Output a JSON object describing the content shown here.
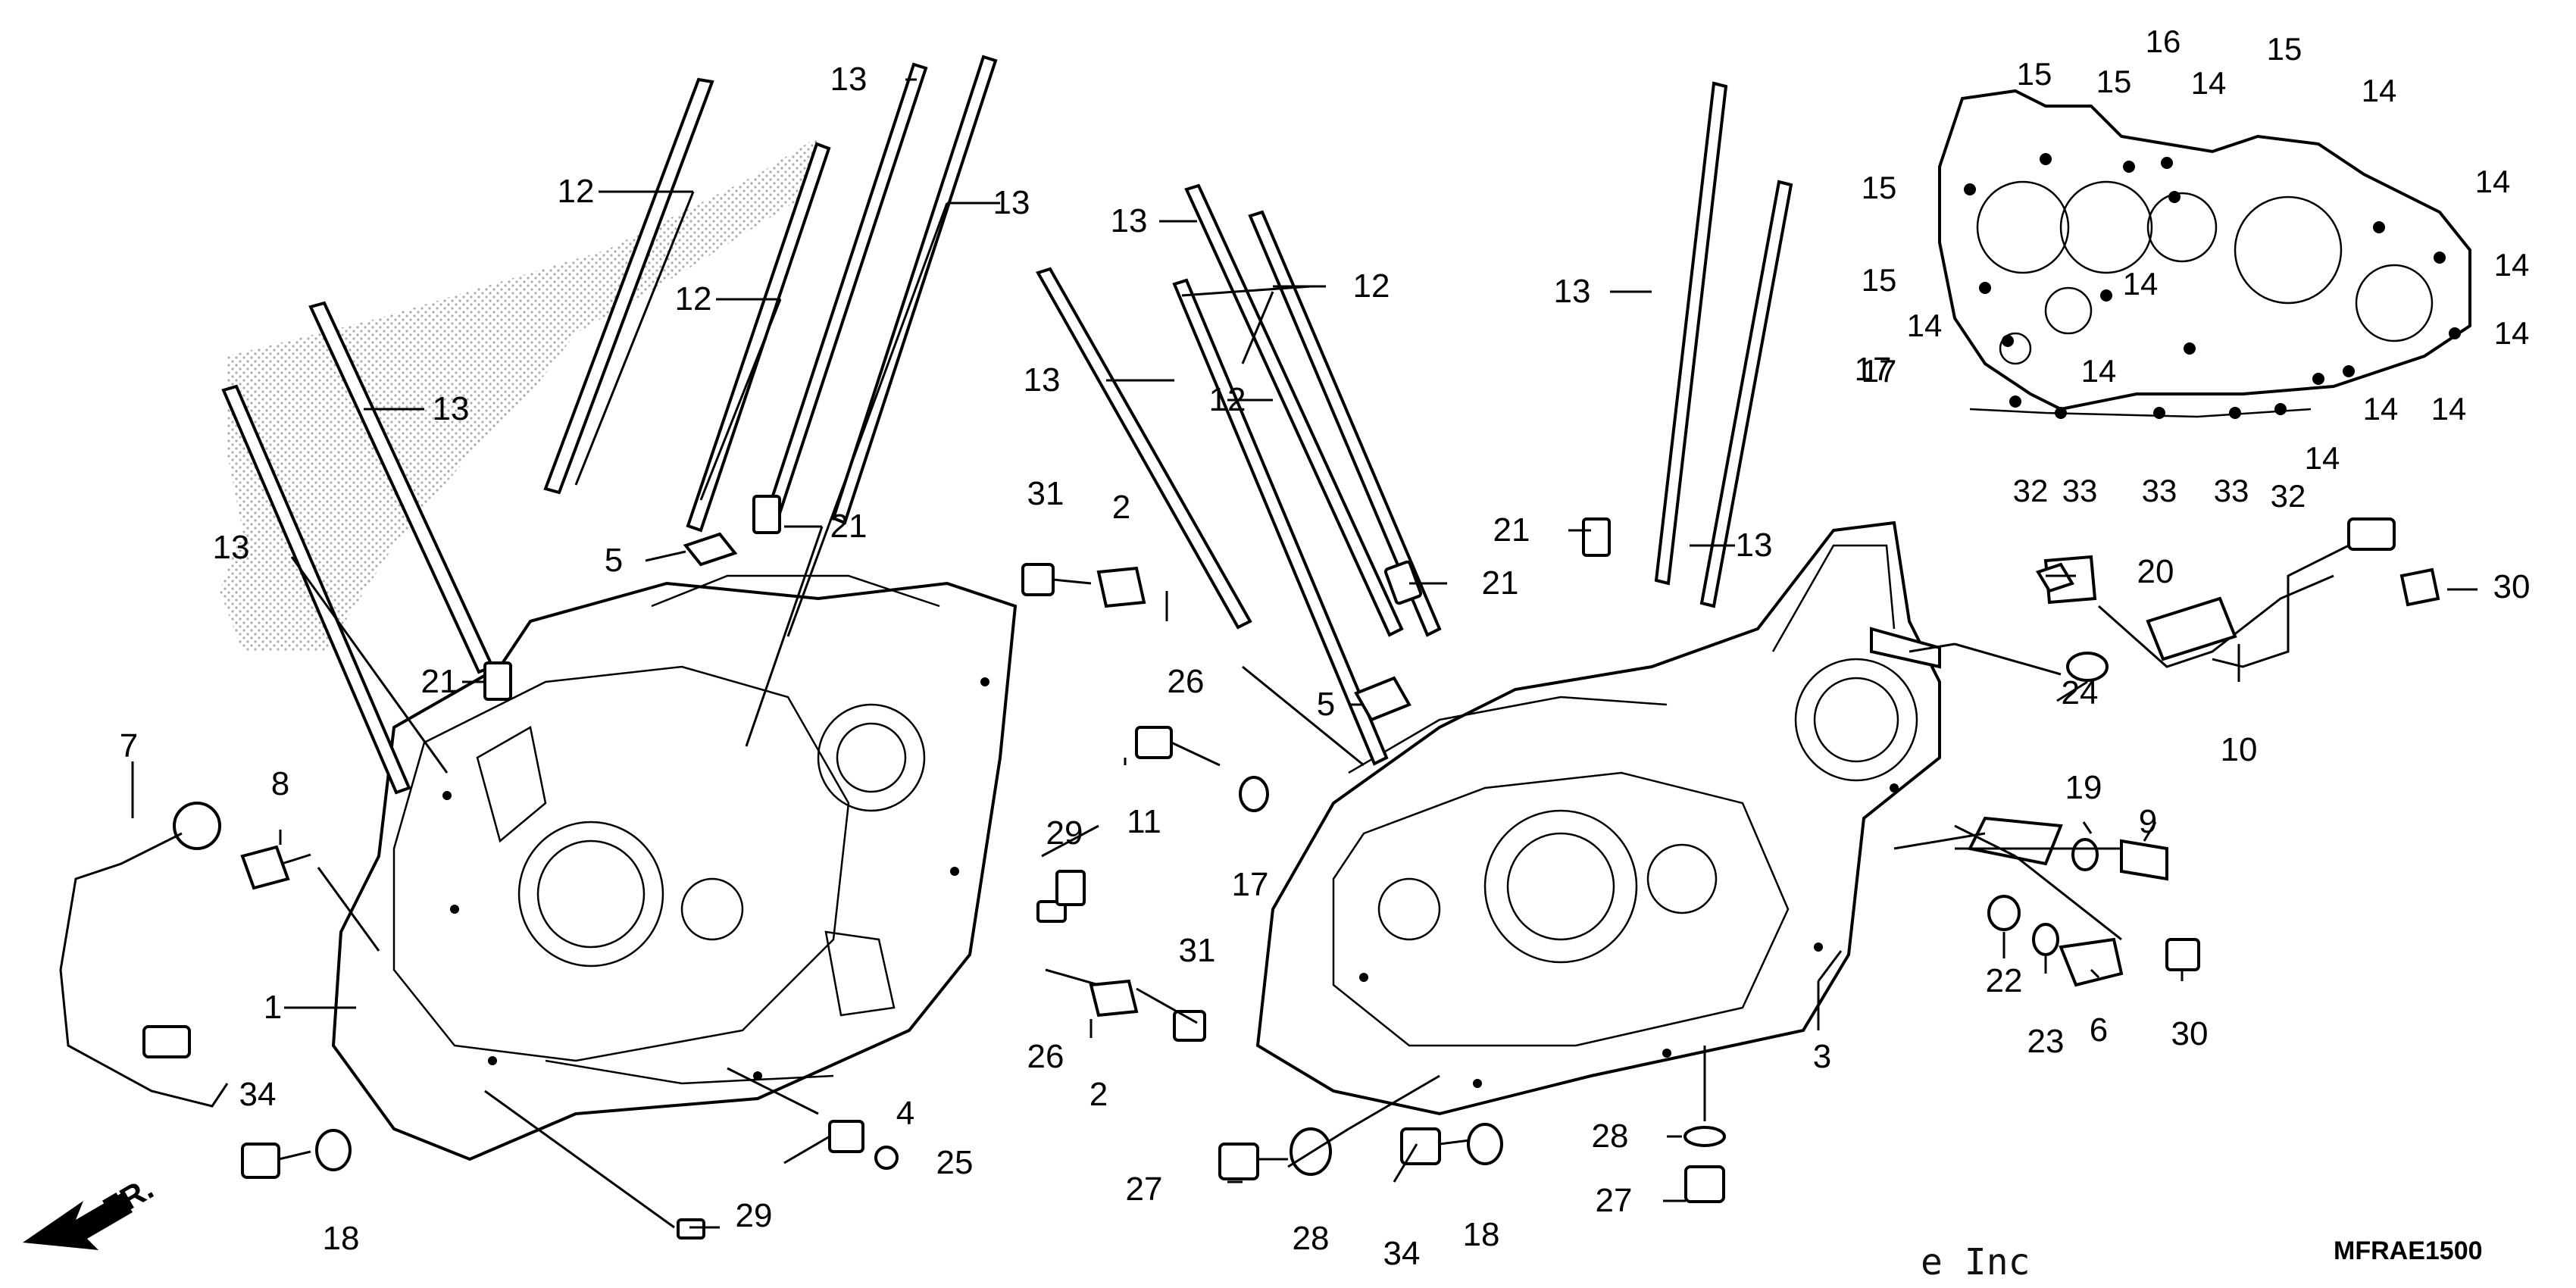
{
  "diagram": {
    "drawing_code": "MFRAE1500",
    "watermark_text": "e Inc",
    "direction_label": "FR.",
    "callouts": [
      {
        "id": "c1",
        "text": "1"
      },
      {
        "id": "c2a",
        "text": "2"
      },
      {
        "id": "c2b",
        "text": "2"
      },
      {
        "id": "c3",
        "text": "3"
      },
      {
        "id": "c4",
        "text": "4"
      },
      {
        "id": "c5a",
        "text": "5"
      },
      {
        "id": "c5b",
        "text": "5"
      },
      {
        "id": "c6",
        "text": "6"
      },
      {
        "id": "c7",
        "text": "7"
      },
      {
        "id": "c8",
        "text": "8"
      },
      {
        "id": "c9",
        "text": "9"
      },
      {
        "id": "c10",
        "text": "10"
      },
      {
        "id": "c11",
        "text": "11"
      },
      {
        "id": "c12a",
        "text": "12"
      },
      {
        "id": "c12b",
        "text": "12"
      },
      {
        "id": "c12c",
        "text": "12"
      },
      {
        "id": "c12d",
        "text": "12"
      },
      {
        "id": "c13a",
        "text": "13"
      },
      {
        "id": "c13b",
        "text": "13"
      },
      {
        "id": "c13c",
        "text": "13"
      },
      {
        "id": "c13d",
        "text": "13"
      },
      {
        "id": "c13e",
        "text": "13"
      },
      {
        "id": "c13f",
        "text": "13"
      },
      {
        "id": "c13g",
        "text": "13"
      },
      {
        "id": "c13h",
        "text": "13"
      },
      {
        "id": "c17a",
        "text": "17"
      },
      {
        "id": "c17b",
        "text": "17"
      },
      {
        "id": "c18a",
        "text": "18"
      },
      {
        "id": "c18b",
        "text": "18"
      },
      {
        "id": "c19",
        "text": "19"
      },
      {
        "id": "c20",
        "text": "20"
      },
      {
        "id": "c21a",
        "text": "21"
      },
      {
        "id": "c21b",
        "text": "21"
      },
      {
        "id": "c21c",
        "text": "21"
      },
      {
        "id": "c21d",
        "text": "21"
      },
      {
        "id": "c22",
        "text": "22"
      },
      {
        "id": "c23",
        "text": "23"
      },
      {
        "id": "c24",
        "text": "24"
      },
      {
        "id": "c25",
        "text": "25"
      },
      {
        "id": "c26a",
        "text": "26"
      },
      {
        "id": "c26b",
        "text": "26"
      },
      {
        "id": "c27a",
        "text": "27"
      },
      {
        "id": "c27b",
        "text": "27"
      },
      {
        "id": "c28a",
        "text": "28"
      },
      {
        "id": "c28b",
        "text": "28"
      },
      {
        "id": "c29a",
        "text": "29"
      },
      {
        "id": "c29b",
        "text": "29"
      },
      {
        "id": "c30a",
        "text": "30"
      },
      {
        "id": "c30b",
        "text": "30"
      },
      {
        "id": "c31a",
        "text": "31"
      },
      {
        "id": "c31b",
        "text": "31"
      },
      {
        "id": "c34a",
        "text": "34"
      },
      {
        "id": "c34b",
        "text": "34"
      }
    ],
    "inset_callouts": [
      {
        "id": "i14a",
        "text": "14"
      },
      {
        "id": "i14b",
        "text": "14"
      },
      {
        "id": "i14c",
        "text": "14"
      },
      {
        "id": "i14d",
        "text": "14"
      },
      {
        "id": "i14e",
        "text": "14"
      },
      {
        "id": "i14f",
        "text": "14"
      },
      {
        "id": "i14g",
        "text": "14"
      },
      {
        "id": "i14h",
        "text": "14"
      },
      {
        "id": "i14i",
        "text": "14"
      },
      {
        "id": "i14j",
        "text": "14"
      },
      {
        "id": "i14k",
        "text": "14"
      },
      {
        "id": "i15a",
        "text": "15"
      },
      {
        "id": "i15b",
        "text": "15"
      },
      {
        "id": "i15c",
        "text": "15"
      },
      {
        "id": "i15d",
        "text": "15"
      },
      {
        "id": "i15e",
        "text": "15"
      },
      {
        "id": "i16",
        "text": "16"
      },
      {
        "id": "i17",
        "text": "17"
      },
      {
        "id": "i32a",
        "text": "32"
      },
      {
        "id": "i32b",
        "text": "32"
      },
      {
        "id": "i33a",
        "text": "33"
      },
      {
        "id": "i33b",
        "text": "33"
      },
      {
        "id": "i33c",
        "text": "33"
      }
    ]
  }
}
